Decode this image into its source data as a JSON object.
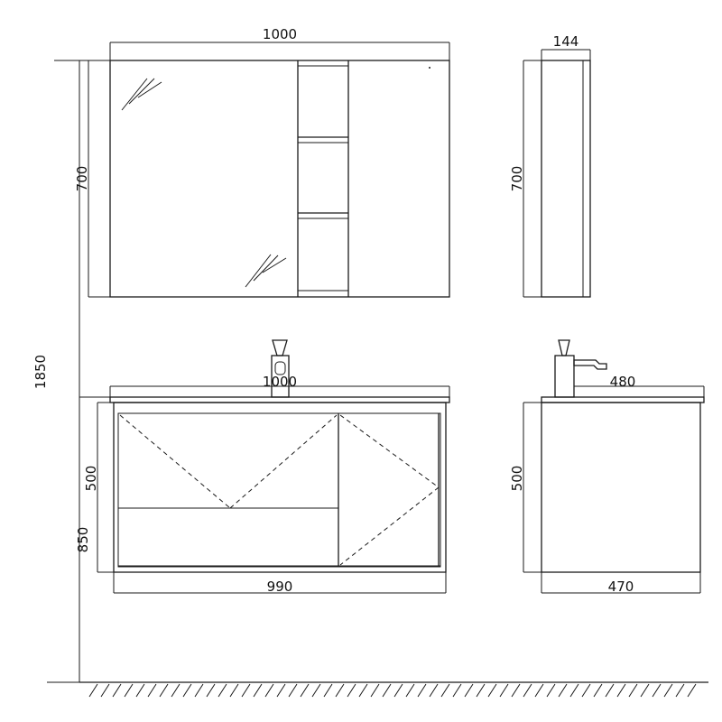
{
  "dimensions": {
    "mirror_width": "1000",
    "mirror_height": "700",
    "mirror_depth": "144",
    "mirror_side_height": "700",
    "total_height": "1850",
    "vanity_top_width": "1000",
    "vanity_depth_top": "480",
    "vanity_height": "500",
    "vanity_side_height": "500",
    "install_height": "850",
    "vanity_body_width": "990",
    "vanity_body_depth": "470"
  }
}
